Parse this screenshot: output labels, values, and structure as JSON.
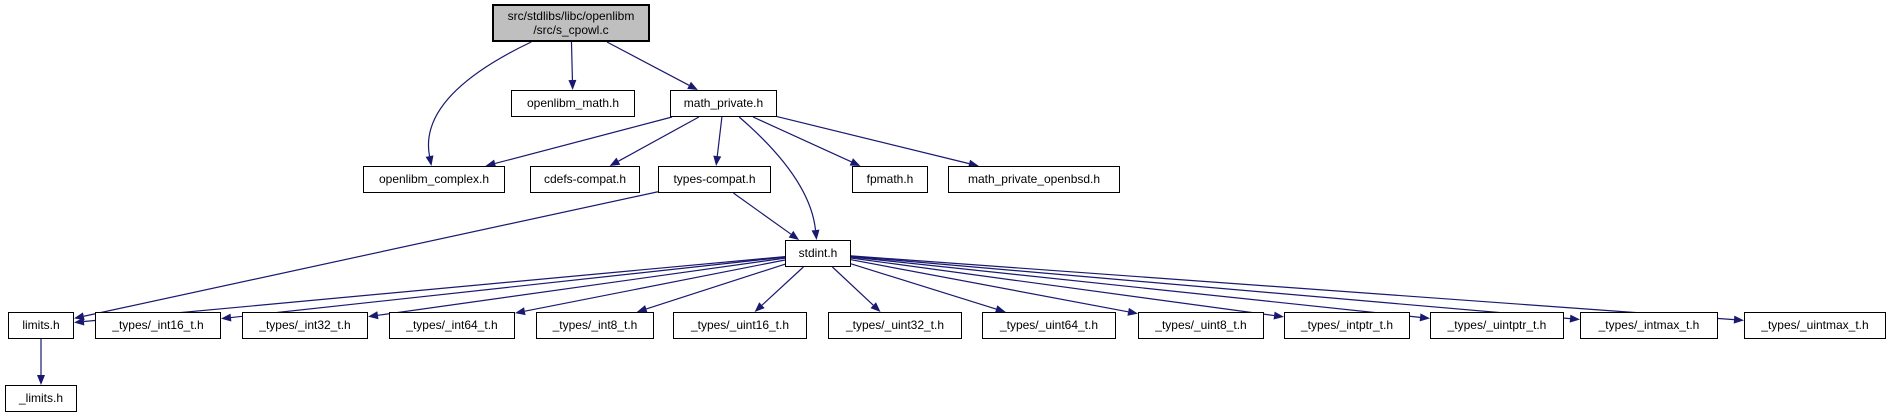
{
  "graph": {
    "title": "include dependency graph for s_cpowl.c",
    "colors": {
      "edge": "#191970",
      "node_border": "#000000",
      "node_fill": "#ffffff",
      "current_node_fill": "#bfbfbf"
    },
    "nodes": [
      {
        "id": "s_cpowl",
        "label": "src/stdlibs/libc/openlibm\n/src/s_cpowl.c",
        "type": "current"
      },
      {
        "id": "openlibm_math",
        "label": "openlibm_math.h"
      },
      {
        "id": "math_private",
        "label": "math_private.h"
      },
      {
        "id": "openlibm_complex",
        "label": "openlibm_complex.h"
      },
      {
        "id": "cdefs_compat",
        "label": "cdefs-compat.h"
      },
      {
        "id": "types_compat",
        "label": "types-compat.h"
      },
      {
        "id": "fpmath",
        "label": "fpmath.h"
      },
      {
        "id": "math_private_openbsd",
        "label": "math_private_openbsd.h"
      },
      {
        "id": "stdint",
        "label": "stdint.h"
      },
      {
        "id": "limits",
        "label": "limits.h"
      },
      {
        "id": "int16",
        "label": "_types/_int16_t.h"
      },
      {
        "id": "int32",
        "label": "_types/_int32_t.h"
      },
      {
        "id": "int64",
        "label": "_types/_int64_t.h"
      },
      {
        "id": "int8",
        "label": "_types/_int8_t.h"
      },
      {
        "id": "uint16",
        "label": "_types/_uint16_t.h"
      },
      {
        "id": "uint32",
        "label": "_types/_uint32_t.h"
      },
      {
        "id": "uint64",
        "label": "_types/_uint64_t.h"
      },
      {
        "id": "uint8",
        "label": "_types/_uint8_t.h"
      },
      {
        "id": "intptr",
        "label": "_types/_intptr_t.h"
      },
      {
        "id": "uintptr",
        "label": "_types/_uintptr_t.h"
      },
      {
        "id": "intmax",
        "label": "_types/_intmax_t.h"
      },
      {
        "id": "uintmax",
        "label": "_types/_uintmax_t.h"
      },
      {
        "id": "_limits",
        "label": "_limits.h"
      }
    ],
    "edges": [
      {
        "from": "s_cpowl",
        "to": "openlibm_math"
      },
      {
        "from": "s_cpowl",
        "to": "math_private"
      },
      {
        "from": "s_cpowl",
        "to": "openlibm_complex"
      },
      {
        "from": "math_private",
        "to": "openlibm_complex"
      },
      {
        "from": "math_private",
        "to": "cdefs_compat"
      },
      {
        "from": "math_private",
        "to": "types_compat"
      },
      {
        "from": "math_private",
        "to": "fpmath"
      },
      {
        "from": "math_private",
        "to": "math_private_openbsd"
      },
      {
        "from": "math_private",
        "to": "stdint"
      },
      {
        "from": "types_compat",
        "to": "stdint"
      },
      {
        "from": "types_compat",
        "to": "limits"
      },
      {
        "from": "stdint",
        "to": "limits"
      },
      {
        "from": "stdint",
        "to": "int16"
      },
      {
        "from": "stdint",
        "to": "int32"
      },
      {
        "from": "stdint",
        "to": "int64"
      },
      {
        "from": "stdint",
        "to": "int8"
      },
      {
        "from": "stdint",
        "to": "uint16"
      },
      {
        "from": "stdint",
        "to": "uint32"
      },
      {
        "from": "stdint",
        "to": "uint64"
      },
      {
        "from": "stdint",
        "to": "uint8"
      },
      {
        "from": "stdint",
        "to": "intptr"
      },
      {
        "from": "stdint",
        "to": "uintptr"
      },
      {
        "from": "stdint",
        "to": "intmax"
      },
      {
        "from": "stdint",
        "to": "uintmax"
      },
      {
        "from": "limits",
        "to": "_limits"
      }
    ]
  }
}
